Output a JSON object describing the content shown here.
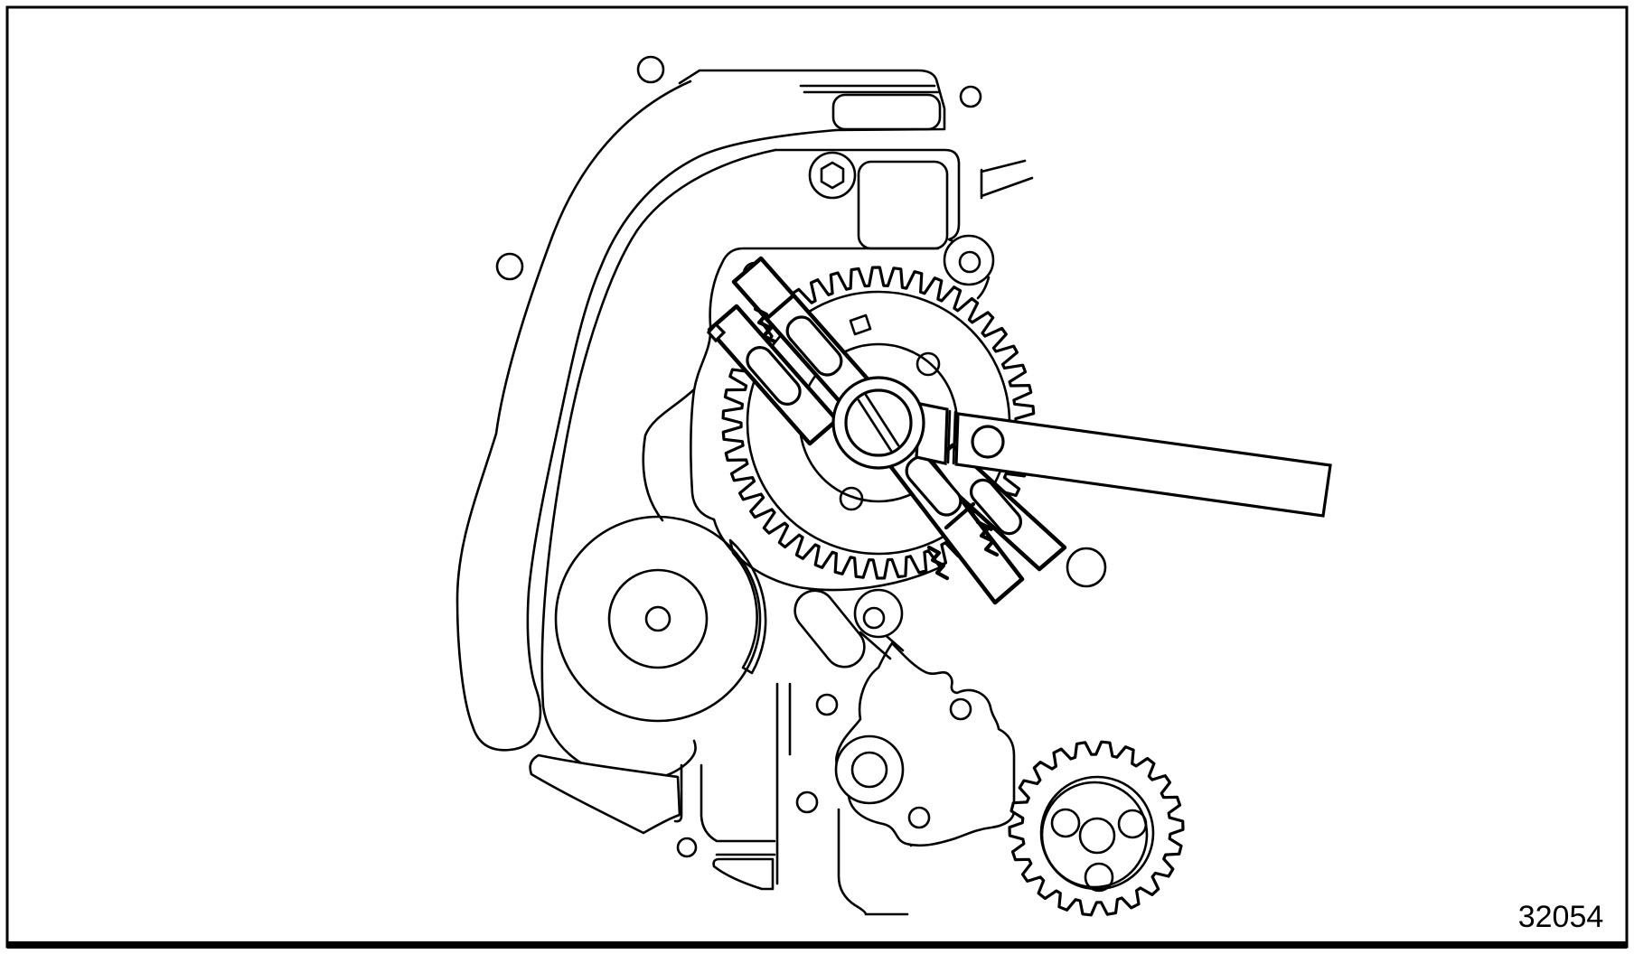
{
  "figure": {
    "label": "32054"
  },
  "canvas": {
    "background_color": "#ffffff",
    "line_color": "#000000"
  },
  "parts": [
    {
      "name": "border-frame"
    },
    {
      "name": "front-cover-belt-band"
    },
    {
      "name": "top-cover-plate"
    },
    {
      "name": "hex-bolt"
    },
    {
      "name": "camshaft-gear"
    },
    {
      "name": "gear-holding-tool"
    },
    {
      "name": "tool-handle"
    },
    {
      "name": "crankshaft-pulley"
    },
    {
      "name": "idler-gear"
    },
    {
      "name": "oil-pump-body"
    },
    {
      "name": "bolt-holes"
    }
  ]
}
